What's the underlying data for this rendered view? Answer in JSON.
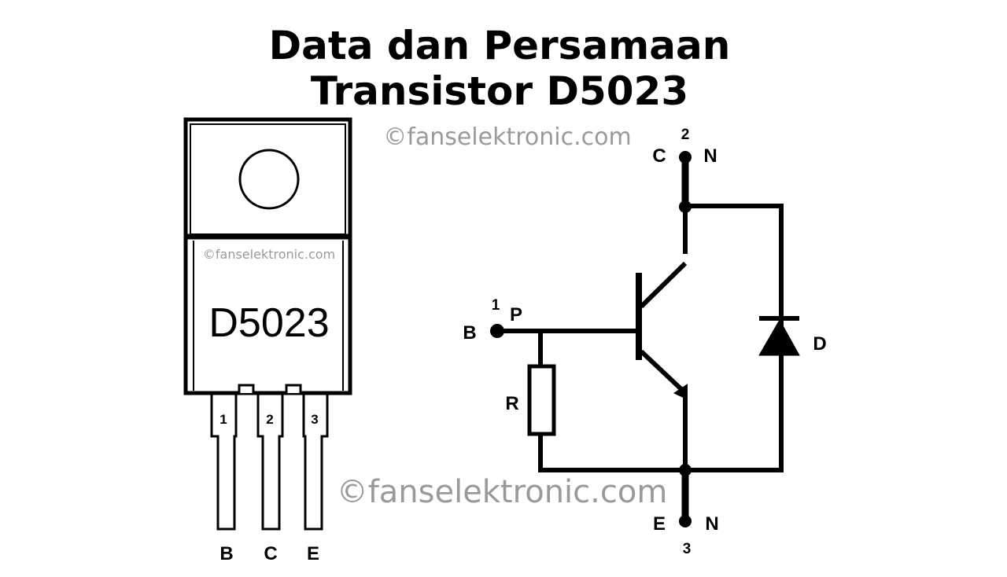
{
  "title": {
    "line1": "Data dan Persamaan",
    "line2": "Transistor D5023"
  },
  "watermark": "©fanselektronic.com",
  "package": {
    "marking": "D5023",
    "pin_numbers": [
      "1",
      "2",
      "3"
    ],
    "pin_names": [
      "B",
      "C",
      "E"
    ]
  },
  "schematic": {
    "collector": {
      "number": "2",
      "name": "C",
      "type": "N"
    },
    "base": {
      "number": "1",
      "name": "B",
      "type": "P"
    },
    "emitter": {
      "number": "3",
      "name": "E",
      "type": "N"
    },
    "resistor": "R",
    "diode": "D"
  }
}
